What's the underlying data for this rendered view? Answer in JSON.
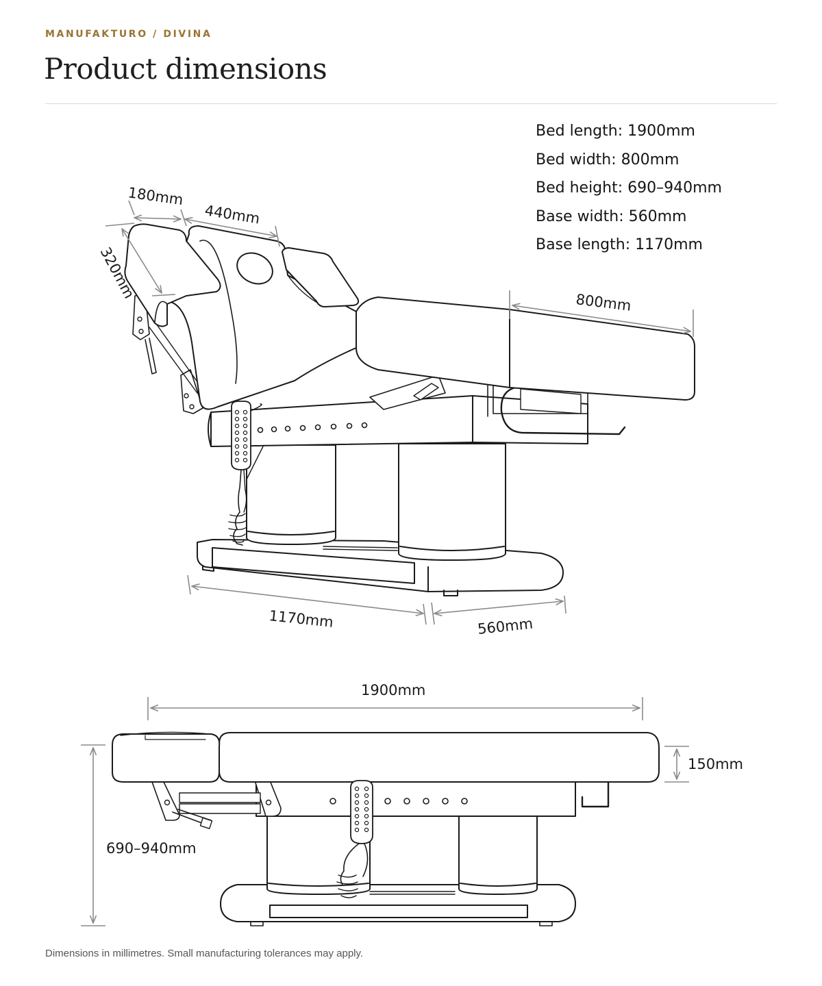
{
  "header": {
    "brand": "MANUFAKTURO / DIVINA",
    "title": "Product dimensions"
  },
  "specs": [
    "Bed length: 1900mm",
    "Bed width: 800mm",
    "Bed height: 690–940mm",
    "Base width: 560mm",
    "Base length: 1170mm"
  ],
  "perspective_labels": {
    "head_length": "180mm",
    "mid_length": "440mm",
    "head_width": "320mm",
    "bed_width": "800mm",
    "base_length": "1170mm",
    "base_width": "560mm"
  },
  "side_labels": {
    "bed_length": "1900mm",
    "cushion_thickness": "150mm",
    "bed_height": "690–940mm"
  },
  "footer": {
    "note": "Dimensions in millimetres. Small manufacturing tolerances may apply."
  },
  "colors": {
    "accent": "#9a7432",
    "rule": "#ddd9cc",
    "dimension_line": "#8a8a8a",
    "outline": "#1a1a1a"
  }
}
